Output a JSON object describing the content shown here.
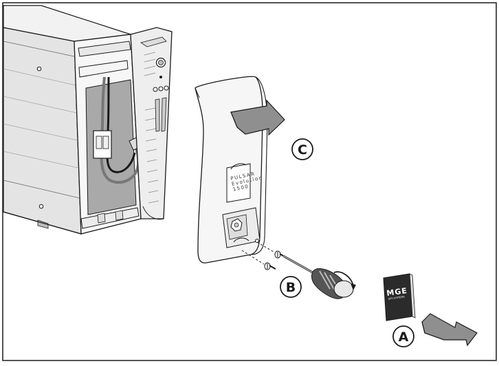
{
  "callouts": {
    "a": "A",
    "b": "B",
    "c": "C"
  },
  "front_panel": {
    "brand_line_1": "PULSAR",
    "brand_line_2": "Evolution",
    "brand_line_3": "1500"
  },
  "logo": {
    "brand": "MGE",
    "tagline": "UPS SYSTEMS"
  },
  "colors": {
    "line": "#1a1a1a",
    "device_body": "#f4f4f4",
    "side_shade": "#d4d4d4",
    "battery_bay": "#a9a9a9",
    "arrow_fill": "#8f8f8f",
    "logo_bg": "#2b2b2b"
  }
}
